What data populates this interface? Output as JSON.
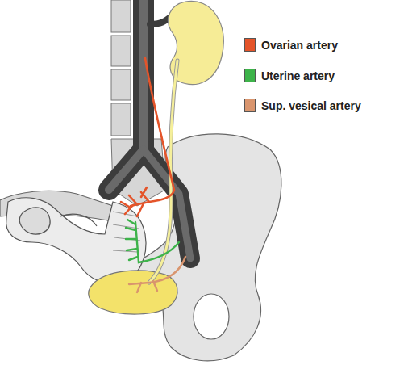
{
  "diagram": {
    "legend": [
      {
        "text": "Ovarian artery",
        "color": "#e4542a"
      },
      {
        "text": "Uterine artery",
        "color": "#3db34a"
      },
      {
        "text": "Sup. vesical artery",
        "color": "#d9956e"
      }
    ]
  }
}
